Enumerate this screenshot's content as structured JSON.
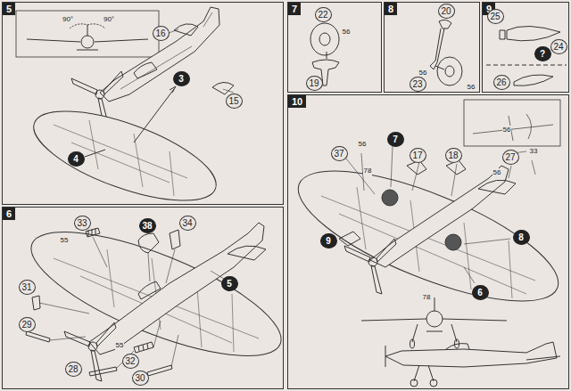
{
  "diagram": {
    "nodes": [
      {
        "text": [
          "5"
        ]
      },
      {
        "text": [
          "6"
        ]
      },
      {
        "text": [
          "7"
        ]
      },
      {
        "text": [
          "8"
        ]
      },
      {
        "text": [
          "9"
        ]
      },
      {
        "text": [
          "10"
        ]
      }
    ],
    "labels": [
      "90°",
      "90°",
      "16",
      "15",
      "3",
      "4",
      "33",
      "55",
      "38",
      "34",
      "5",
      "31",
      "29",
      "28",
      "32",
      "55",
      "30",
      "22",
      "56",
      "19",
      "20",
      "56",
      "23",
      "56",
      "25",
      "24",
      "?",
      "26",
      "37",
      "56",
      "7",
      "17",
      "18",
      "27",
      "33",
      "56",
      "78",
      "9",
      "8",
      "78",
      "6",
      "56"
    ]
  }
}
